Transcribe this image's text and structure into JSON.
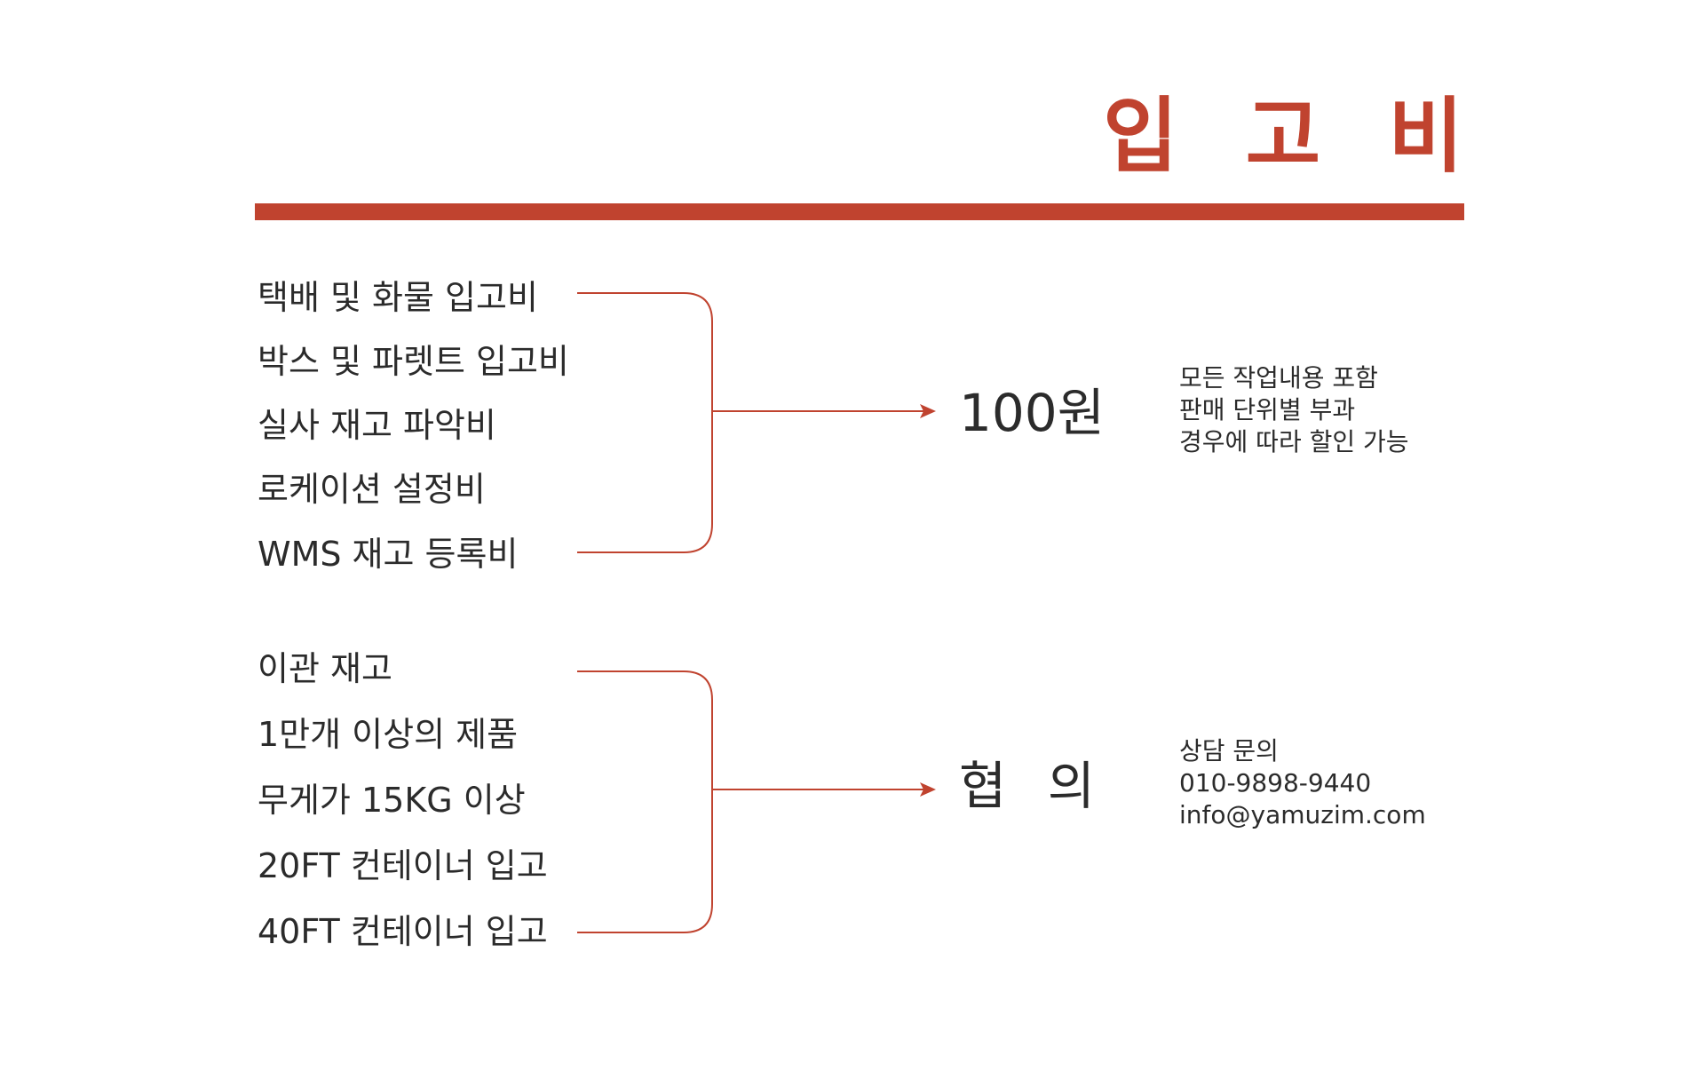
{
  "title": "입 고 비",
  "colors": {
    "accent": "#c0432f",
    "text": "#2b2b2b",
    "background": "#ffffff"
  },
  "groups": [
    {
      "items": [
        "택배 및 화물 입고비",
        "박스 및 파렛트 입고비",
        "실사 재고 파악비",
        "로케이션 설정비",
        "WMS 재고 등록비"
      ],
      "price": "100원",
      "notes": [
        "모든 작업내용 포함",
        "판매 단위별 부과",
        "경우에 따라 할인 가능"
      ]
    },
    {
      "items": [
        "이관 재고",
        "1만개 이상의 제품",
        "무게가 15KG 이상",
        "20FT 컨테이너 입고",
        "40FT 컨테이너 입고"
      ],
      "price": "협 의",
      "notes": [
        "상담 문의",
        "010-9898-9440",
        "info@yamuzim.com"
      ]
    }
  ]
}
